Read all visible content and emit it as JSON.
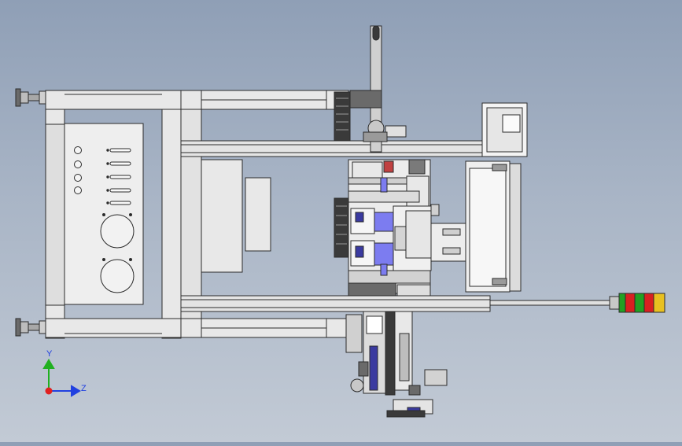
{
  "viewport": {
    "background_top": "#8f9fb6",
    "background_bottom": "#c2cad5"
  },
  "colors": {
    "part_fill": "#e8e8e8",
    "part_stroke": "#2b2b2b",
    "blue_part": "#7c7cf0",
    "signal_red": "#d82020",
    "signal_green": "#22a022",
    "signal_yellow": "#e8c020"
  },
  "triad": {
    "y_label": "Y",
    "z_label": "Z",
    "y_color": "#20b020",
    "z_color": "#2040e0",
    "origin_color": "#e02020"
  },
  "control_panel": {
    "indicator_lights": 4,
    "switch_slots": 5,
    "round_cutouts": 2
  },
  "signal_tower": {
    "segments": [
      "green",
      "red",
      "green",
      "red",
      "yellow"
    ]
  }
}
